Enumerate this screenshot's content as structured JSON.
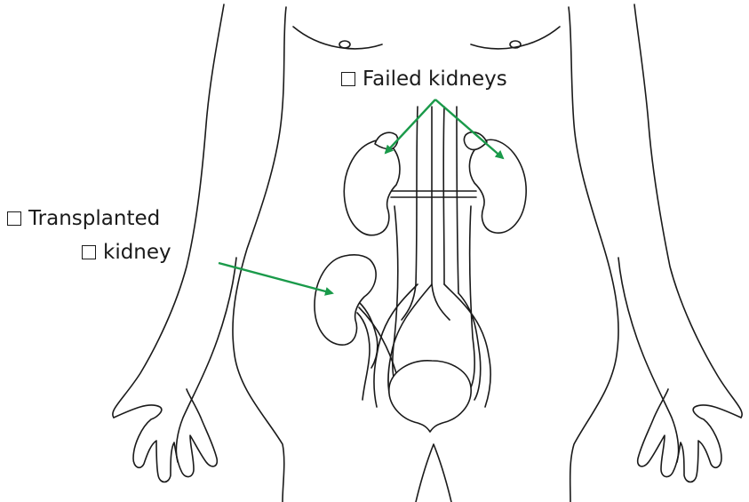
{
  "labels": {
    "failed": "Failed kidneys",
    "transplanted_line1": "Transplanted",
    "transplanted_line2": "kidney"
  },
  "colors": {
    "arrow": "#1a9a4a",
    "outline": "#1a1a1a",
    "background": "#ffffff"
  }
}
